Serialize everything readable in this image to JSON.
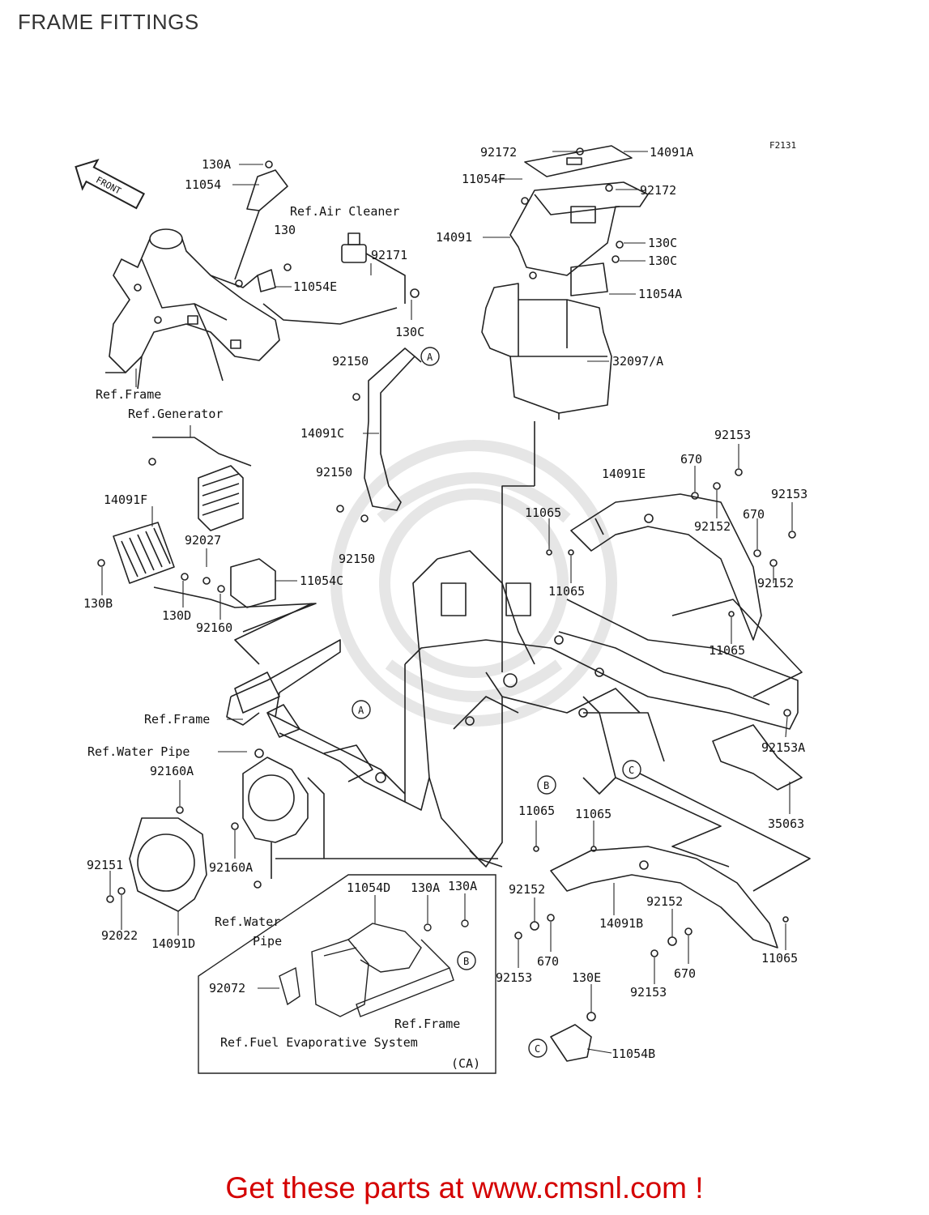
{
  "page": {
    "title": "FRAME FITTINGS",
    "footer_text": "Get these parts at www.cmsnl.com !"
  },
  "diagram": {
    "figure_code": "F2131",
    "front_arrow_label": "FRONT",
    "reference_labels": {
      "air_cleaner": "Ref.Air Cleaner",
      "frame_top": "Ref.Frame",
      "generator": "Ref.Generator",
      "frame_mid": "Ref.Frame",
      "water_pipe_top": "Ref.Water Pipe",
      "water_pipe_bottom_1": "Ref.Water",
      "water_pipe_bottom_2": "Pipe",
      "frame_inset": "Ref.Frame",
      "fuel_evap": "Ref.Fuel Evaporative System",
      "inset_region": "(CA)"
    },
    "parts": [
      "130A",
      "11054",
      "130",
      "11054E",
      "92171",
      "130C",
      "92172",
      "14091A",
      "11054F",
      "92172",
      "14091",
      "130C",
      "130C",
      "11054A",
      "92150",
      "32097/A",
      "14091C",
      "92150",
      "92150",
      "14091F",
      "92027",
      "130B",
      "130D",
      "92160",
      "11054C",
      "92153",
      "670",
      "14091E",
      "92152",
      "92153",
      "670",
      "11065",
      "11065",
      "92152",
      "11065",
      "92153A",
      "35063",
      "92160A",
      "92151",
      "92022",
      "14091D",
      "92160A",
      "11054D",
      "130A",
      "130A",
      "92072",
      "11065",
      "11065",
      "92152",
      "14091B",
      "92152",
      "670",
      "92153",
      "670",
      "92153",
      "11065",
      "130E",
      "11054B"
    ],
    "callouts": [
      "A",
      "A",
      "B",
      "B",
      "C",
      "C"
    ]
  },
  "colors": {
    "footer_link": "#d40000",
    "line_art": "#222222",
    "watermark": "#e6e6e6"
  }
}
